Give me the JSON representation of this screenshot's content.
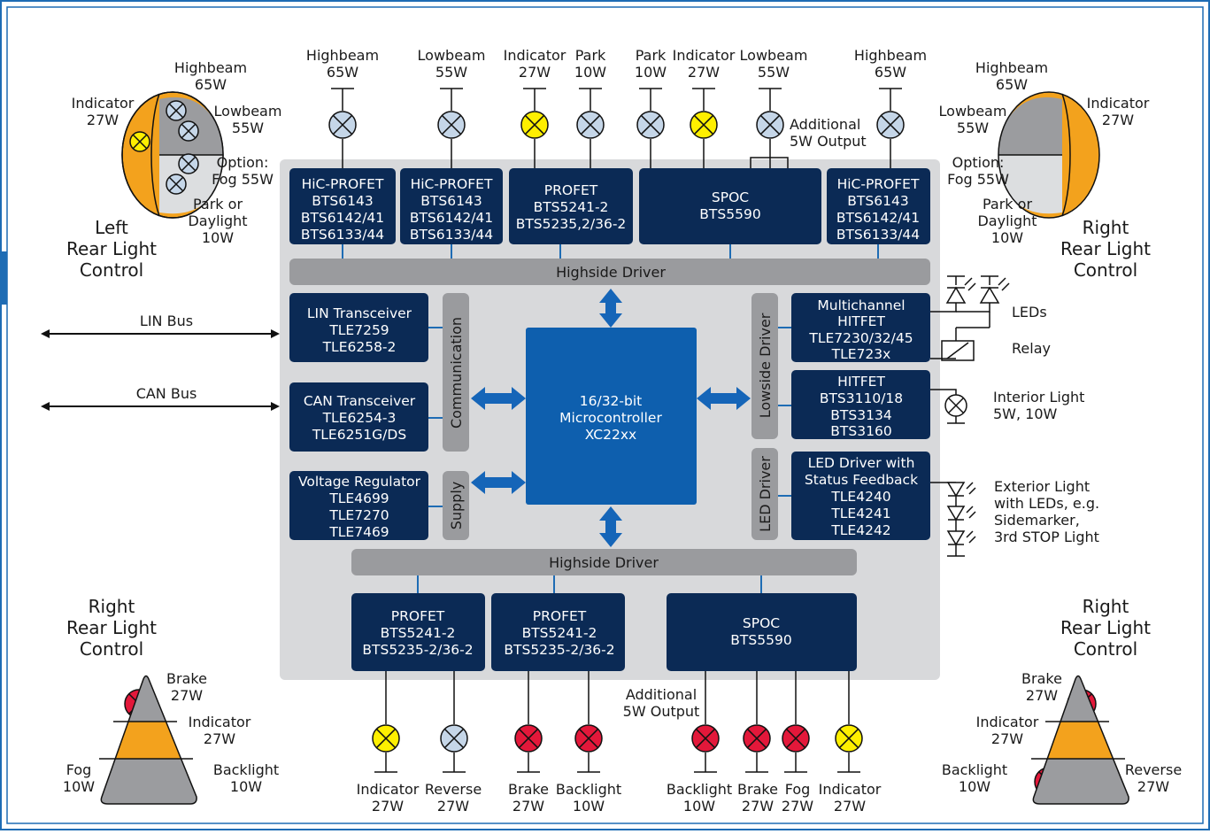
{
  "colors": {
    "frame": "#1e6cb4",
    "panel": "#d8d9db",
    "bar": "#9a9b9e",
    "block": "#0b2a55",
    "mcu": "#0e5fae",
    "arrow": "#1565b8",
    "bulb_blue": "#c5d6e8",
    "bulb_yellow": "#ffef00",
    "bulb_red": "#e3183a",
    "amber": "#f3a21d",
    "lamp_gray": "#9b9c9f",
    "lamp_light": "#dcdee0"
  },
  "top_loads": [
    {
      "name": "Highbeam",
      "power": "65W",
      "color": "blue"
    },
    {
      "name": "Lowbeam",
      "power": "55W",
      "color": "blue"
    },
    {
      "name": "Indicator",
      "power": "27W",
      "color": "yellow"
    },
    {
      "name": "Park",
      "power": "10W",
      "color": "blue"
    },
    {
      "name": "Park",
      "power": "10W",
      "color": "blue"
    },
    {
      "name": "Indicator",
      "power": "27W",
      "color": "yellow"
    },
    {
      "name": "Lowbeam",
      "power": "55W",
      "color": "blue"
    },
    {
      "name": "Highbeam",
      "power": "65W",
      "color": "blue"
    }
  ],
  "additional_top": [
    "Additional",
    "5W Output"
  ],
  "top_blocks": [
    {
      "lines": [
        "HiC-PROFET",
        "BTS6143",
        "BTS6142/41",
        "BTS6133/44"
      ]
    },
    {
      "lines": [
        "HiC-PROFET",
        "BTS6143",
        "BTS6142/41",
        "BTS6133/44"
      ]
    },
    {
      "lines": [
        "PROFET",
        "BTS5241-2",
        "BTS5235,2/36-2"
      ]
    },
    {
      "lines": [
        "SPOC",
        "BTS5590"
      ]
    },
    {
      "lines": [
        "HiC-PROFET",
        "BTS6143",
        "BTS6142/41",
        "BTS6133/44"
      ]
    }
  ],
  "highside_top": "Highside Driver",
  "highside_bottom": "Highside Driver",
  "lin_bus": "LIN Bus",
  "can_bus": "CAN Bus",
  "lin_block": [
    "LIN Transceiver",
    "TLE7259",
    "TLE6258-2"
  ],
  "can_block": [
    "CAN Transceiver",
    "TLE6254-3",
    "TLE6251G/DS"
  ],
  "vreg_block": [
    "Voltage Regulator",
    "TLE4699",
    "TLE7270",
    "TLE7469"
  ],
  "communication": "Communication",
  "supply": "Supply",
  "mcu": [
    "16/32-bit",
    "Microcontroller",
    "XC22xx"
  ],
  "lowside_driver": "Lowside Driver",
  "led_driver": "LED Driver",
  "multichannel_block": [
    "Multichannel",
    "HITFET",
    "TLE7230/32/45",
    "TLE723x"
  ],
  "hitfet_block": [
    "HITFET",
    "BTS3110/18",
    "BTS3134",
    "BTS3160"
  ],
  "led_block": [
    "LED Driver with",
    "Status Feedback",
    "TLE4240",
    "TLE4241",
    "TLE4242"
  ],
  "leds_label": "LEDs",
  "relay_label": "Relay",
  "interior_light": [
    "Interior Light",
    "5W, 10W"
  ],
  "exterior_light": [
    "Exterior Light",
    "with LEDs, e.g.",
    "Sidemarker,",
    "3rd STOP Light"
  ],
  "bottom_blocks": [
    {
      "lines": [
        "PROFET",
        "BTS5241-2",
        "BTS5235-2/36-2"
      ]
    },
    {
      "lines": [
        "PROFET",
        "BTS5241-2",
        "BTS5235-2/36-2"
      ]
    },
    {
      "lines": [
        "SPOC",
        "BTS5590"
      ]
    }
  ],
  "additional_bottom": [
    "Additional",
    "5W Output"
  ],
  "bottom_loads": [
    {
      "name": "Indicator",
      "power": "27W",
      "color": "yellow"
    },
    {
      "name": "Reverse",
      "power": "27W",
      "color": "blue"
    },
    {
      "name": "Brake",
      "power": "27W",
      "color": "red"
    },
    {
      "name": "Backlight",
      "power": "10W",
      "color": "red"
    },
    {
      "name": "Backlight",
      "power": "10W",
      "color": "red"
    },
    {
      "name": "Brake",
      "power": "27W",
      "color": "red"
    },
    {
      "name": "Fog",
      "power": "27W",
      "color": "red"
    },
    {
      "name": "Indicator",
      "power": "27W",
      "color": "yellow"
    }
  ],
  "left_front": {
    "highbeam": [
      "Highbeam",
      "65W"
    ],
    "lowbeam": [
      "Lowbeam",
      "55W"
    ],
    "indicator": [
      "Indicator",
      "27W"
    ],
    "option": [
      "Option:",
      "Fog 55W"
    ],
    "park": [
      "Park or",
      "Daylight",
      "10W"
    ],
    "title": [
      "Left",
      "Rear Light",
      "Control"
    ]
  },
  "right_front": {
    "highbeam": [
      "Highbeam",
      "65W"
    ],
    "lowbeam": [
      "Lowbeam",
      "55W"
    ],
    "indicator": [
      "Indicator",
      "27W"
    ],
    "option": [
      "Option:",
      "Fog 55W"
    ],
    "park": [
      "Park or",
      "Daylight",
      "10W"
    ],
    "title": [
      "Right",
      "Rear Light",
      "Control"
    ]
  },
  "left_rear": {
    "title": [
      "Right",
      "Rear Light",
      "Control"
    ],
    "brake": [
      "Brake",
      "27W"
    ],
    "indicator": [
      "Indicator",
      "27W"
    ],
    "fog": [
      "Fog",
      "10W"
    ],
    "backlight": [
      "Backlight",
      "10W"
    ]
  },
  "right_rear": {
    "title": [
      "Right",
      "Rear Light",
      "Control"
    ],
    "brake": [
      "Brake",
      "27W"
    ],
    "indicator": [
      "Indicator",
      "27W"
    ],
    "backlight": [
      "Backlight",
      "10W"
    ],
    "reverse": [
      "Reverse",
      "27W"
    ]
  }
}
